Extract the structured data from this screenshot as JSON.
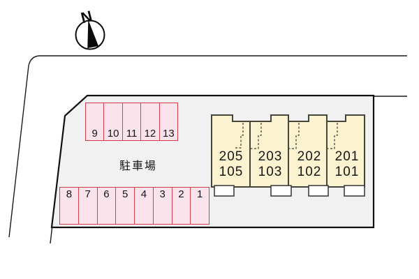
{
  "site_plan": {
    "title": "apartment-parking-site-plan",
    "compass": {
      "label": "N"
    },
    "parking": {
      "area_label": "駐車場",
      "top_row": [
        "9",
        "10",
        "11",
        "12",
        "13"
      ],
      "bottom_row": [
        "8",
        "7",
        "6",
        "5",
        "4",
        "3",
        "2",
        "1"
      ]
    },
    "building": {
      "units": [
        {
          "upper": "205",
          "lower": "105"
        },
        {
          "upper": "203",
          "lower": "103"
        },
        {
          "upper": "202",
          "lower": "102"
        },
        {
          "upper": "201",
          "lower": "101"
        }
      ]
    },
    "colors": {
      "parking_fill": "#fbe3ec",
      "parking_border": "#d23b48",
      "building_fill": "#fbf3cf",
      "building_border": "#45453a",
      "site_fill": "#f1f1f1",
      "site_border": "#101010",
      "porch_fill": "#ffffff"
    }
  }
}
